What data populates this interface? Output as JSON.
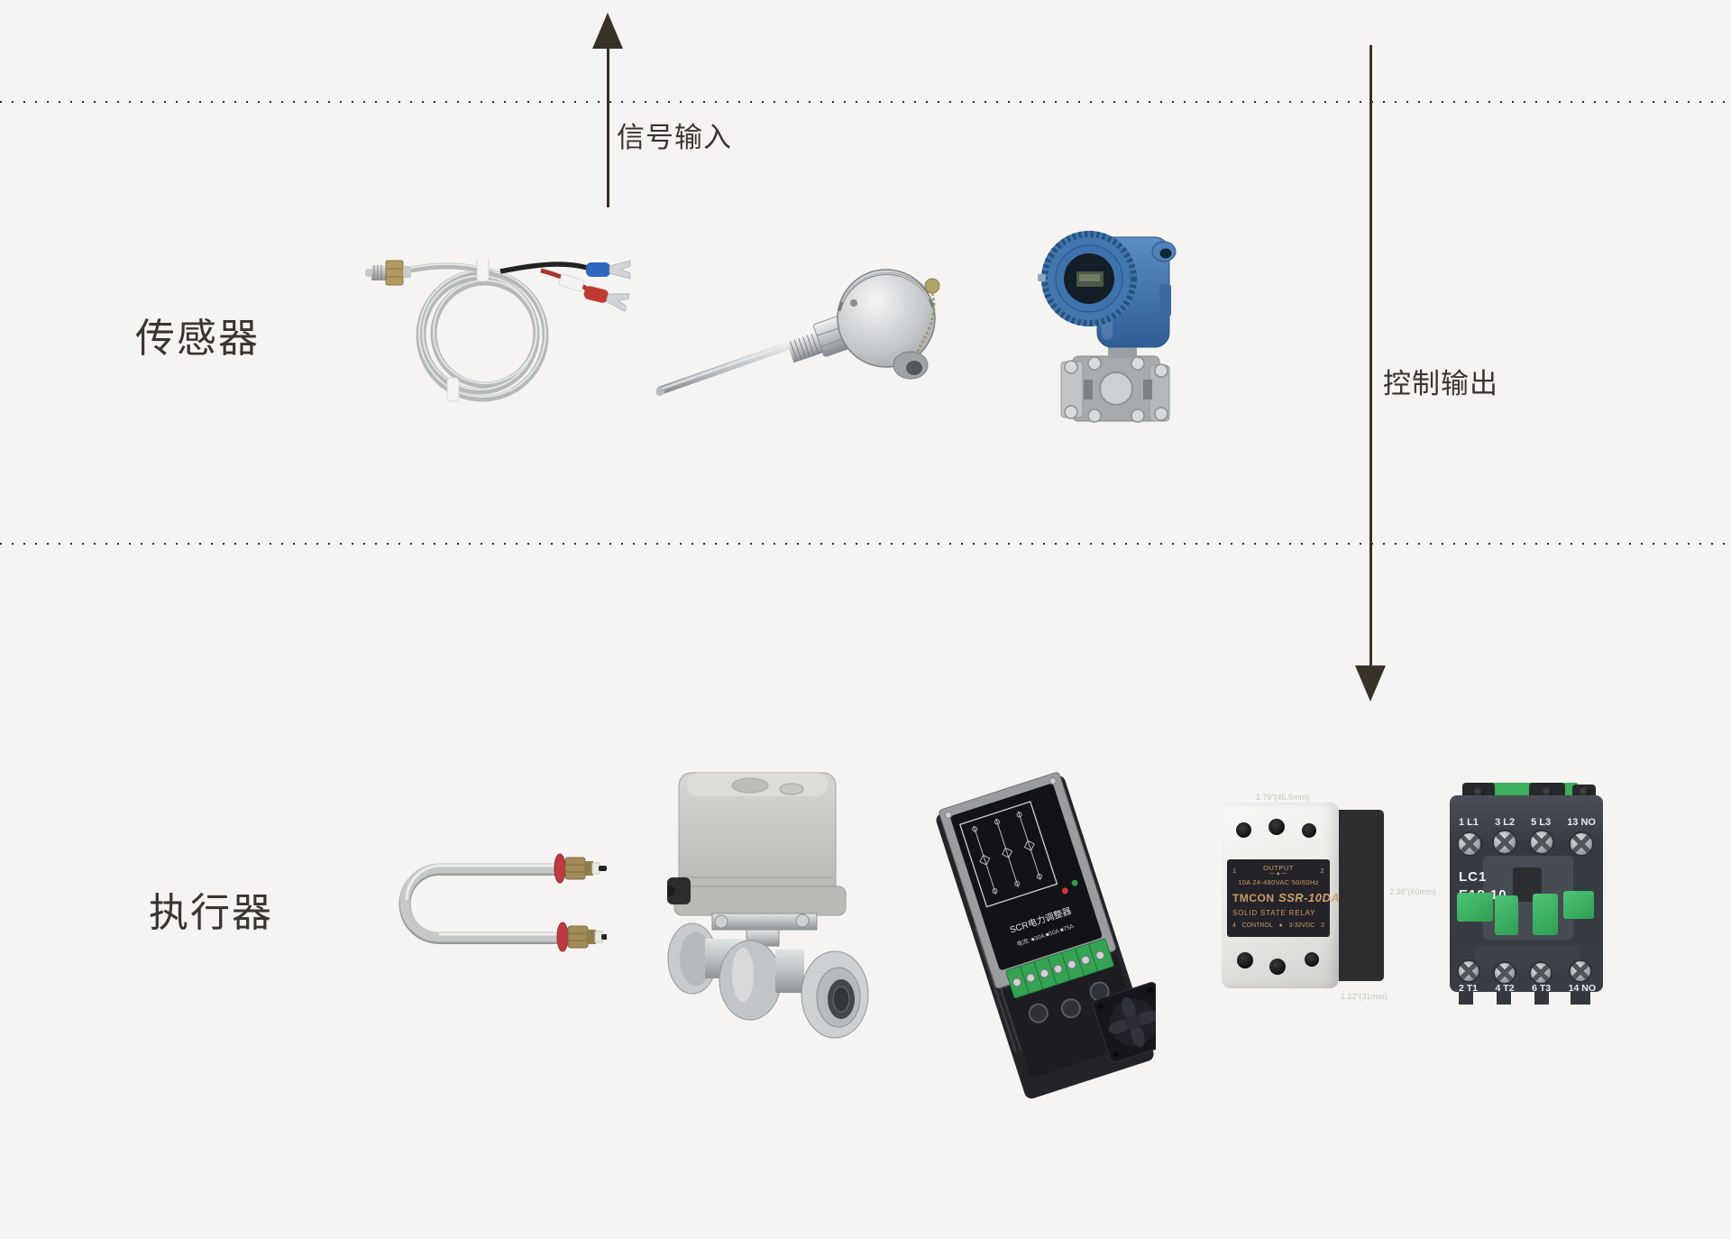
{
  "flow": {
    "signal_input": "信号输入",
    "control_output": "控制输出"
  },
  "rows": {
    "sensors": "传感器",
    "actuators": "执行器"
  },
  "products": {
    "sensors": [
      "armored-thermocouple-coil",
      "thermocouple-with-connection-head",
      "differential-pressure-transmitter"
    ],
    "actuators": [
      "u-shaped-heating-element",
      "motorized-sanitary-ball-valve",
      "scr-power-regulator",
      "solid-state-relay",
      "ac-contactor"
    ]
  },
  "regulator": {
    "panel_title": "SCR电力调整器",
    "current_row": "电流: ■30A ■50A ■75A"
  },
  "ssr": {
    "terminal_1": "1",
    "terminal_2": "2",
    "terminal_3": "3",
    "terminal_4": "4",
    "output_label": "OUTPUT",
    "output_symbol": "—▲—",
    "rating": "10A  24-480VAC  50/60Hz",
    "brand": "TMCON",
    "model": "SSR-10DA",
    "type_label": "SOLID STATE RELAY",
    "control_label": "CONTROL",
    "control_dot": "●",
    "control_rating": "3-32VDC",
    "dim_top": "1.79”(45.5mm)",
    "dim_bottom": "1.22”(31mm)",
    "dim_right": "2.36”(60mm)"
  },
  "contactor": {
    "model_line1": "LC1",
    "model_line2": "E18 10",
    "top_terminals": [
      "1 L1",
      "3 L2",
      "5 L3",
      "13 NO"
    ],
    "bottom_terminals": [
      "2 T1",
      "4 T2",
      "6 T3",
      "14 NO"
    ]
  }
}
